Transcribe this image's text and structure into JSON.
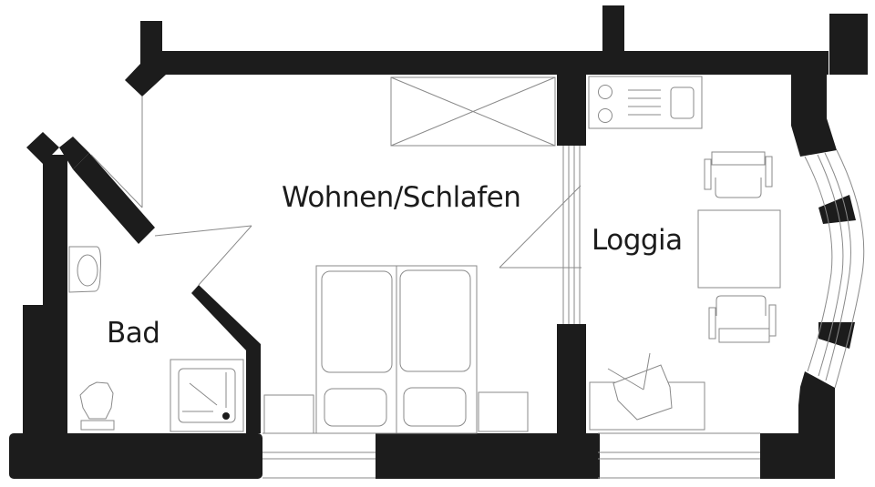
{
  "floor_plan": {
    "rooms": [
      {
        "id": "wohnen",
        "label": "Wohnen/Schlafen"
      },
      {
        "id": "loggia",
        "label": "Loggia"
      },
      {
        "id": "bad",
        "label": "Bad"
      }
    ],
    "fixtures": {
      "bad": [
        "toilet",
        "washbasin",
        "shower-tray"
      ],
      "wohnen": [
        "wardrobe-top",
        "double-bed",
        "nightstand-left",
        "nightstand-right"
      ],
      "loggia": [
        "kitchenette",
        "armchair-top",
        "table",
        "armchair-bottom",
        "desk-with-chair"
      ]
    },
    "colors": {
      "wall": "#1c1c1c",
      "line": "#8a8a8a",
      "background": "#ffffff"
    }
  }
}
